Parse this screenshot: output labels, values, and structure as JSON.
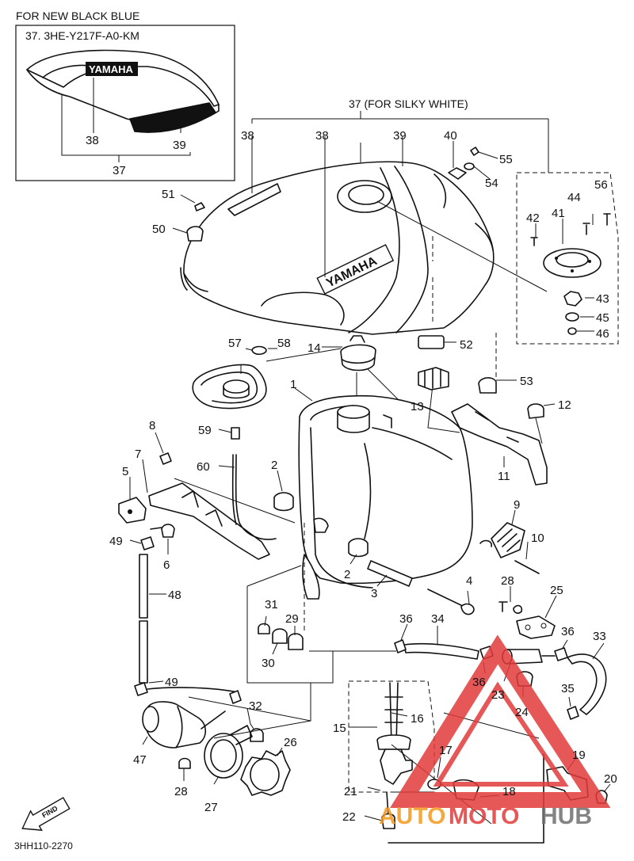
{
  "inset": {
    "header": "FOR NEW BLACK BLUE",
    "code": "37. 3HE-Y217F-A0-KM",
    "logo_text": "YAMAHA",
    "labels": [
      "38",
      "39",
      "37"
    ]
  },
  "main": {
    "variant_label": "37 (FOR SILKY WHITE)",
    "tank_logo_text": "YAMAHA",
    "find_label": "FIND",
    "diagram_code": "3HH110-2270"
  },
  "callouts": {
    "c38a": "38",
    "c38b": "38",
    "c39": "39",
    "c40": "40",
    "c55": "55",
    "c54": "54",
    "c56": "56",
    "c44": "44",
    "c42": "42",
    "c41": "41",
    "c43": "43",
    "c45": "45",
    "c46": "46",
    "c51": "51",
    "c50": "50",
    "c57": "57",
    "c58": "58",
    "c14": "14",
    "c52": "52",
    "c53": "53",
    "c1": "1",
    "c13": "13",
    "c12": "12",
    "c8": "8",
    "c59": "59",
    "c7": "7",
    "c60": "60",
    "c2a": "2",
    "c11": "11",
    "c5": "5",
    "c9": "9",
    "c10": "10",
    "c49a": "49",
    "c6": "6",
    "c2b": "2",
    "c3": "3",
    "c4": "4",
    "c28a": "28",
    "c25": "25",
    "c48": "48",
    "c31": "31",
    "c29": "29",
    "c36a": "36",
    "c34": "34",
    "c36b": "36",
    "c33": "33",
    "c30": "30",
    "c36c": "36",
    "c23": "23",
    "c24": "24",
    "c49b": "49",
    "c35": "35",
    "c32": "32",
    "c16": "16",
    "c15": "15",
    "c26": "26",
    "c17": "17",
    "c19": "19",
    "c47": "47",
    "c28b": "28",
    "c27": "27",
    "c21": "21",
    "c18": "18",
    "c20": "20",
    "c22": "22"
  },
  "watermark": {
    "text_a": "AUTO",
    "text_b": "MOTO",
    "text_c": "HUB",
    "color_red": "#e23a3a",
    "color_orange": "#f39a1e",
    "color_gray": "#6f6f6f"
  }
}
